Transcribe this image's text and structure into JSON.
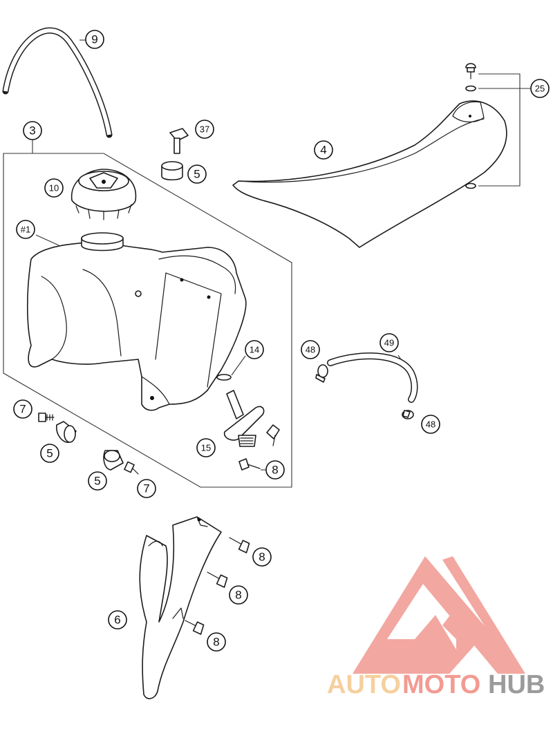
{
  "callouts": {
    "c9": "9",
    "c25": "25",
    "c3": "3",
    "c37": "37",
    "c5a": "5",
    "c4": "4",
    "c10": "10",
    "c1": "#1",
    "c14": "14",
    "c48a": "48",
    "c49": "49",
    "c48b": "48",
    "c7a": "7",
    "c5b": "5",
    "c15": "15",
    "c8a": "8",
    "c5c": "5",
    "c7b": "7",
    "c8b": "8",
    "c8c": "8",
    "c6": "6",
    "c8d": "8"
  },
  "logo": {
    "part1": "AUTO",
    "part2": "MOTO",
    "part3": "HUB",
    "colors": {
      "auto": "#f4c88e",
      "moto": "#f08a80",
      "hub": "#8a8a8a",
      "triangle": "#f09890"
    }
  }
}
